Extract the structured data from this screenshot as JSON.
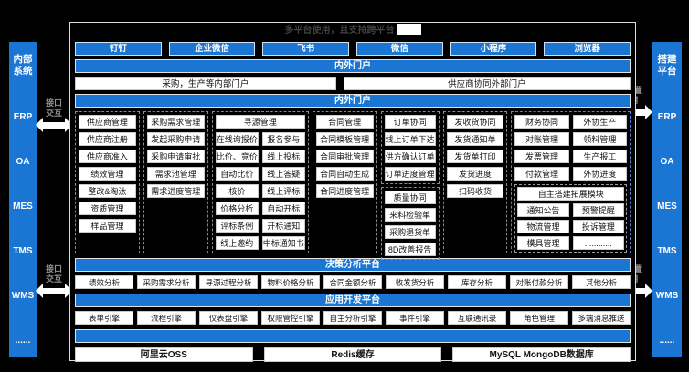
{
  "colors": {
    "accent_blue": "#1b75d3",
    "background": "#000000",
    "cell_bg": "#ffffff"
  },
  "title": {
    "text": "多平台使用，且支持跨平台",
    "redacted_suffix": true
  },
  "left_bar": {
    "title": "内部系统",
    "items": [
      "ERP",
      "OA",
      "MES",
      "TMS",
      "WMS",
      "......"
    ]
  },
  "right_bar": {
    "title": "搭建平台",
    "items": [
      "ERP",
      "OA",
      "MES",
      "TMS",
      "WMS",
      "......"
    ]
  },
  "connectors": {
    "left_label": "接口交互",
    "right_label": "配置用",
    "arrow_icon": "double-headed-arrow"
  },
  "platform_buttons": [
    "钉钉",
    "企业微信",
    "飞书",
    "微信",
    "小程序",
    "浏览器"
  ],
  "portal_bar_top": "内外门户",
  "portals": [
    "采购，生产等内部门户",
    "供应商协同外部门户"
  ],
  "portal_bar_bottom": "内外门户",
  "grid": {
    "col1": {
      "header": "供应商管理",
      "items": [
        "供应商注册",
        "供应商准入",
        "绩效管理",
        "整改&淘汰",
        "资质管理",
        "样品管理"
      ]
    },
    "col2": {
      "header": "采购需求管理",
      "items": [
        "发起采购申请",
        "采购申请审批",
        "需求池管理",
        "需求进度管理"
      ]
    },
    "col3": {
      "header": "寻源管理",
      "left": [
        "在线询报价",
        "比价、竞价",
        "自动比价",
        "核价",
        "价格分析",
        "评标条例",
        "线上邀约"
      ],
      "right": [
        "报名参与",
        "线上投标",
        "线上答疑",
        "线上评标",
        "自动开标",
        "开标通知",
        "中标通知书"
      ]
    },
    "col4": {
      "header": "合同管理",
      "items": [
        "合同模板管理",
        "合同审批管理",
        "合同自动生成",
        "合同进度管理"
      ]
    },
    "col5a": {
      "header": "订单协同",
      "items": [
        "线上订单下达",
        "供方确认订单",
        "订单进度管理"
      ]
    },
    "col5b": {
      "header": "质量协同",
      "items": [
        "来料检验单",
        "采购退货单",
        "8D改善报告"
      ]
    },
    "col6": {
      "header": "发收货协同",
      "items": [
        "发货通知单",
        "发货单打印",
        "发货进度",
        "扫码收货"
      ]
    },
    "col7": {
      "header": "财务协同",
      "items": [
        "对账管理",
        "发票管理",
        "付款管理"
      ]
    },
    "col8": {
      "header": "外协生产",
      "items": [
        "领料管理",
        "生产报工",
        "外协进度"
      ]
    },
    "ext": {
      "header": "自主搭建拓展模块",
      "items": [
        "通知公告",
        "预警提醒",
        "物流管理",
        "投诉管理",
        "模具管理",
        "............"
      ]
    }
  },
  "analysis": {
    "header": "决策分析平台",
    "items": [
      "绩效分析",
      "采购需求分析",
      "寻源过程分析",
      "物料价格分析",
      "合同金额分析",
      "收发货分析",
      "库存分析",
      "对账付款分析",
      "其他分析"
    ]
  },
  "appdev": {
    "header": "应用开发平台",
    "items": [
      "表单引擎",
      "流程引擎",
      "仪表盘引擎",
      "权限管控引擎",
      "自主分析引擎",
      "事件引擎",
      "互联通讯录",
      "角色管理",
      "多端消息推送"
    ]
  },
  "infra": [
    "阿里云OSS",
    "Redis缓存",
    "MySQL MongoDB数据库"
  ]
}
